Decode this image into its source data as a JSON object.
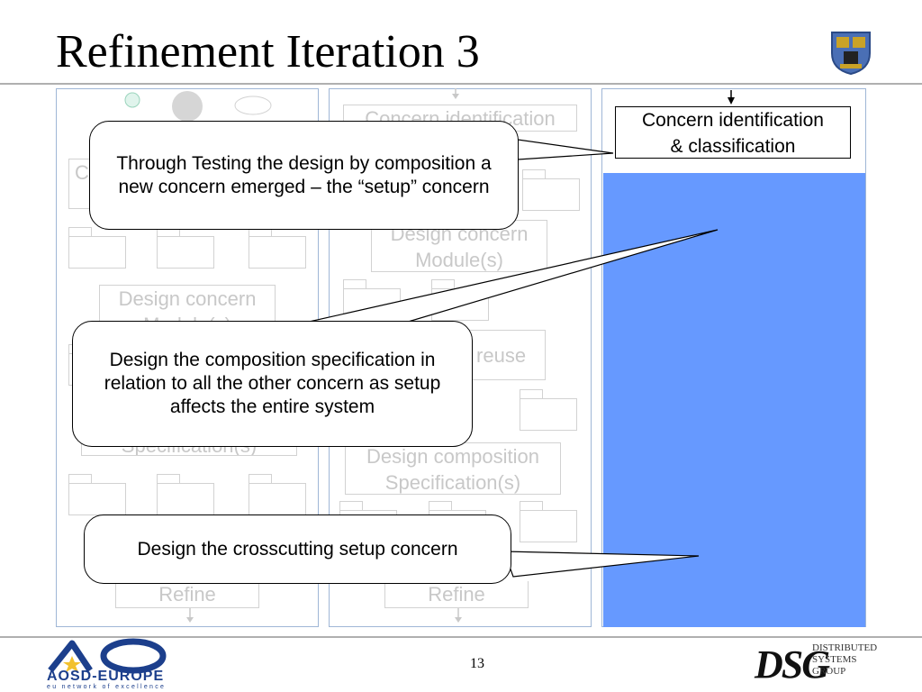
{
  "slide": {
    "title": "Refinement Iteration 3",
    "page_number": "13"
  },
  "panels": {
    "left": {
      "faded_labels": [
        "C",
        "Design concern",
        "Module(s)",
        "Specification(s)",
        "Refine"
      ]
    },
    "middle": {
      "faded_labels": [
        "Concern identification",
        "Design concern",
        "Module(s)",
        "y reuse",
        "Design composition",
        "Specification(s)",
        "Refine"
      ]
    },
    "right": {
      "concern_box_line1": "Concern identification",
      "concern_box_line2": "& classification",
      "fill_color": "#6699ff"
    }
  },
  "callouts": [
    {
      "text": "Through Testing the design by composition a new concern emerged – the “setup” concern"
    },
    {
      "text": "Design the composition specification in relation to all the other concern as setup affects the entire system"
    },
    {
      "text": "Design the crosscutting setup concern"
    }
  ],
  "footer": {
    "aosd_logo_text": "AOSD-EUROPE",
    "aosd_tagline": "eu network of excellence",
    "dsg_letters": "DSG",
    "dsg_words": [
      "DISTRIBUTED",
      "SYSTEMS",
      "GROUP"
    ]
  }
}
